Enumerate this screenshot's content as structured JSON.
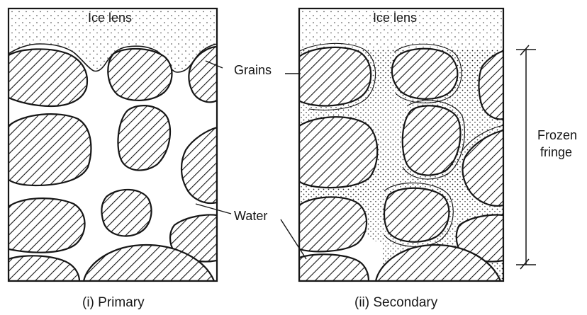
{
  "diagram": {
    "panels": [
      {
        "id": "primary",
        "top_label": "Ice lens",
        "caption": "(i) Primary"
      },
      {
        "id": "secondary",
        "top_label": "Ice lens",
        "caption": "(ii) Secondary"
      }
    ],
    "callouts": {
      "grains": "Grains",
      "water": "Water",
      "frozen_fringe_line1": "Frozen",
      "frozen_fringe_line2": "fringe"
    },
    "colors": {
      "ink": "#161616",
      "paper": "#ffffff"
    }
  }
}
